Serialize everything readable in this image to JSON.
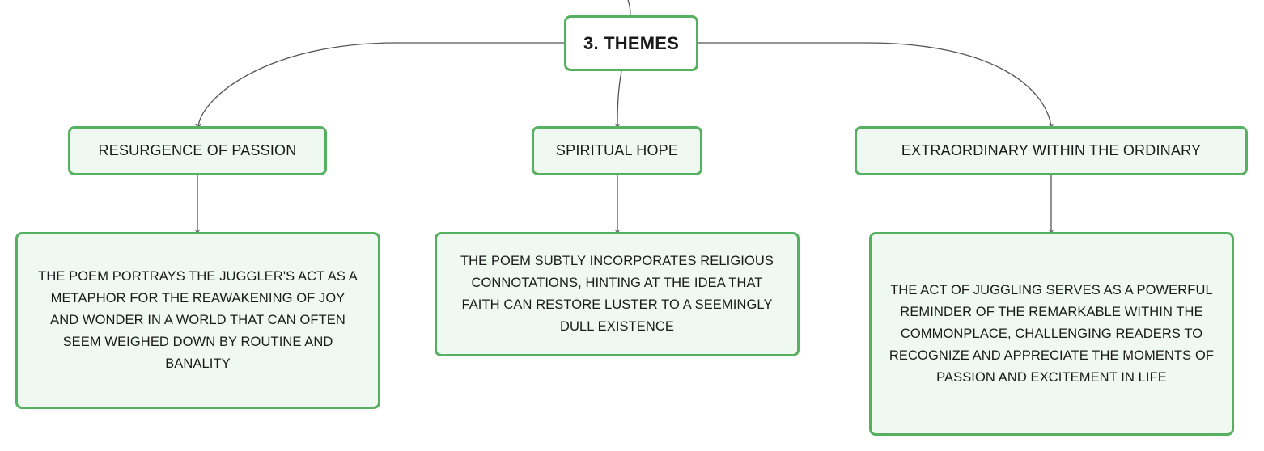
{
  "root": {
    "label": "3. THEMES"
  },
  "topics": [
    {
      "label": "RESURGENCE OF PASSION",
      "description": "THE POEM PORTRAYS THE JUGGLER'S ACT AS A METAPHOR FOR THE REAWAKENING OF JOY AND WONDER IN A WORLD THAT CAN OFTEN SEEM WEIGHED DOWN BY ROUTINE AND BANALITY"
    },
    {
      "label": "SPIRITUAL HOPE",
      "description": "THE POEM SUBTLY INCORPORATES RELIGIOUS CONNOTATIONS, HINTING AT THE IDEA THAT FAITH CAN RESTORE LUSTER TO A SEEMINGLY DULL EXISTENCE"
    },
    {
      "label": "EXTRAORDINARY WITHIN THE ORDINARY",
      "description": "THE ACT OF JUGGLING SERVES AS A POWERFUL REMINDER OF THE REMARKABLE WITHIN THE COMMONPLACE, CHALLENGING READERS TO RECOGNIZE AND APPRECIATE THE MOMENTS OF PASSION AND EXCITEMENT IN LIFE"
    }
  ],
  "colors": {
    "node_border": "#55b15f",
    "node_fill": "#f0f9f1",
    "root_fill": "#ffffff",
    "connector": "#555555"
  }
}
